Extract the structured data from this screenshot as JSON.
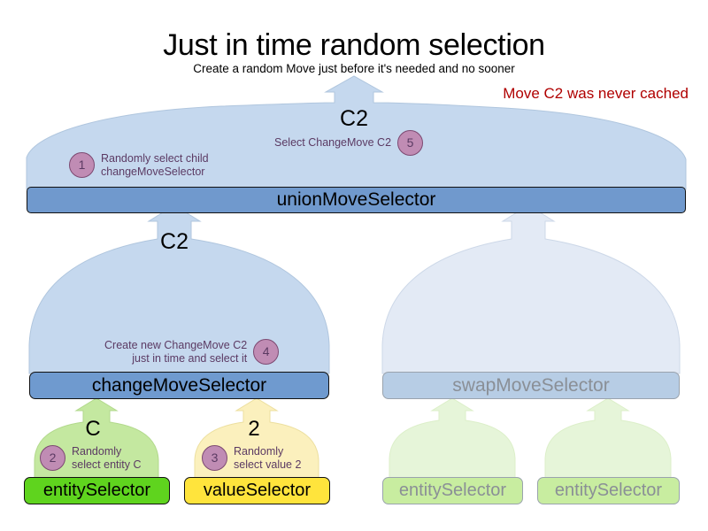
{
  "header": {
    "title": "Just in time random selection",
    "subtitle": "Create a random Move just before it's needed and no sooner",
    "note": "Move C2 was never cached",
    "note_color": "#b00000"
  },
  "nodes": {
    "union": {
      "label": "unionMoveSelector",
      "color": "#7099cd",
      "state": "active"
    },
    "change": {
      "label": "changeMoveSelector",
      "color": "#6f9acf",
      "state": "active"
    },
    "swap": {
      "label": "swapMoveSelector",
      "color": "#b7cde5",
      "state": "faded"
    },
    "entity": {
      "label": "entitySelector",
      "color": "#5fd41e",
      "state": "active"
    },
    "value": {
      "label": "valueSelector",
      "color": "#ffe43c",
      "state": "active"
    },
    "entity2": {
      "label": "entitySelector",
      "color": "#c8eda0",
      "state": "faded"
    },
    "entity3": {
      "label": "entitySelector",
      "color": "#c8eda0",
      "state": "faded"
    }
  },
  "flow_labels": {
    "union_out": "C2",
    "change_out": "C2",
    "entity_out": "C",
    "value_out": "2"
  },
  "annotations": [
    {
      "number": "1",
      "lines": [
        "Randomly select child",
        "changeMoveSelector"
      ],
      "align": "left"
    },
    {
      "number": "5",
      "lines": [
        "Select ChangeMove C2"
      ],
      "align": "right"
    },
    {
      "number": "4",
      "lines": [
        "Create new ChangeMove C2",
        "just in time and select it"
      ],
      "align": "right"
    },
    {
      "number": "2",
      "lines": [
        "Randomly",
        "select entity C"
      ],
      "align": "left"
    },
    {
      "number": "3",
      "lines": [
        "Randomly",
        "select value 2"
      ],
      "align": "left"
    }
  ],
  "palette": {
    "blob_active": "#c5d8ee",
    "blob_faded": "#e3eaf5",
    "blob_green": "#c4e8a0",
    "blob_yellow": "#fbf0bd",
    "blob_green_faded": "#e6f5d9",
    "badge_fill": "#c08cb4",
    "badge_border": "#7d4a72",
    "annotation_text": "#5b3a63"
  }
}
